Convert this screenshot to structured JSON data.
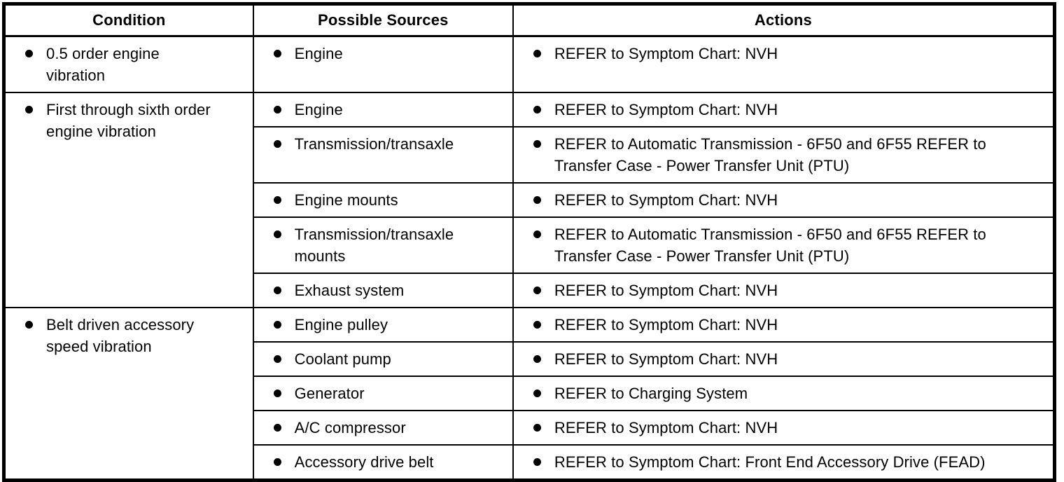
{
  "table": {
    "border_color": "#000000",
    "text_color": "#000000",
    "background_color": "#ffffff",
    "headers": {
      "condition": "Condition",
      "sources": "Possible Sources",
      "actions": "Actions"
    },
    "blocks": [
      {
        "condition": "0.5 order engine vibration",
        "rows": [
          {
            "source": "Engine",
            "action": "REFER to Symptom Chart: NVH"
          }
        ]
      },
      {
        "condition": "First through sixth order engine vibration",
        "rows": [
          {
            "source": "Engine",
            "action": "REFER to Symptom Chart: NVH"
          },
          {
            "source": "Transmission/transaxle",
            "action": "REFER to Automatic Transmission - 6F50 and 6F55 REFER to Transfer Case - Power Transfer Unit (PTU)"
          },
          {
            "source": "Engine mounts",
            "action": "REFER to Symptom Chart: NVH"
          },
          {
            "source": "Transmission/transaxle mounts",
            "action": "REFER to Automatic Transmission - 6F50 and 6F55 REFER to Transfer Case - Power Transfer Unit (PTU)"
          },
          {
            "source": "Exhaust system",
            "action": "REFER to Symptom Chart: NVH"
          }
        ]
      },
      {
        "condition": "Belt driven accessory speed vibration",
        "rows": [
          {
            "source": "Engine pulley",
            "action": "REFER to Symptom Chart: NVH"
          },
          {
            "source": "Coolant pump",
            "action": "REFER to Symptom Chart: NVH"
          },
          {
            "source": "Generator",
            "action": "REFER to Charging System"
          },
          {
            "source": "A/C compressor",
            "action": "REFER to Symptom Chart: NVH"
          },
          {
            "source": "Accessory drive belt",
            "action": "REFER to Symptom Chart: Front End Accessory Drive (FEAD)"
          }
        ]
      }
    ]
  }
}
